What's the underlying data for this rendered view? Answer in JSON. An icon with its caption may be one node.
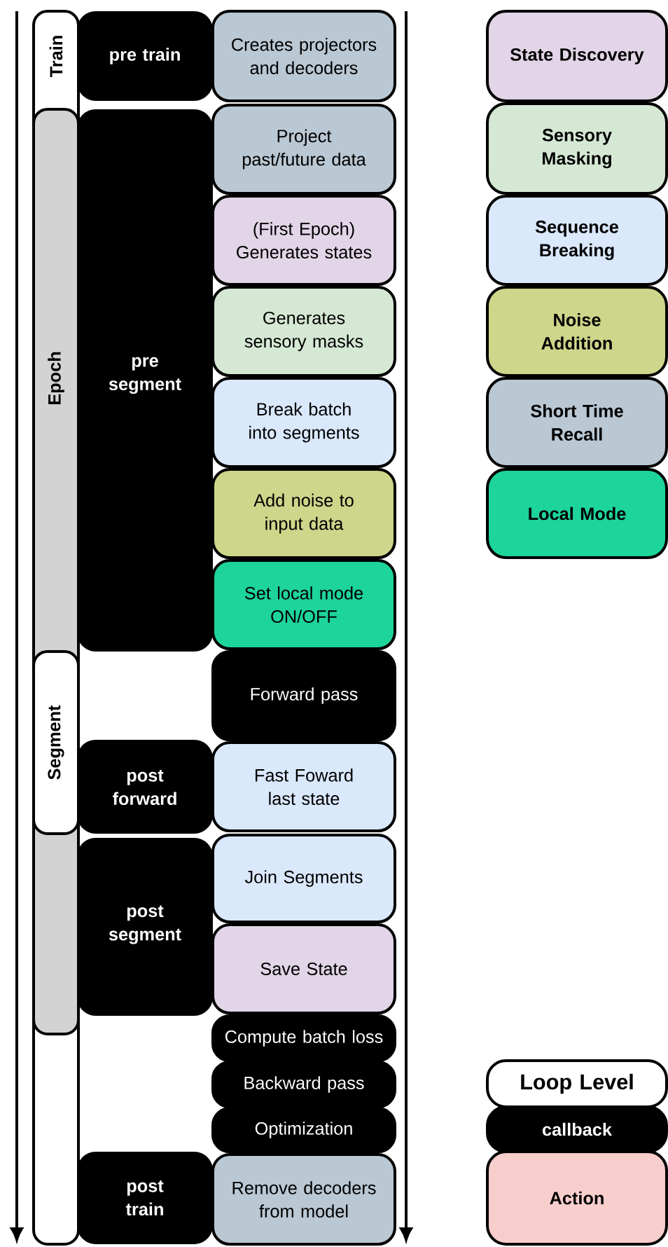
{
  "diagram": {
    "nodes": [
      {
        "text": [
          "Train"
        ]
      },
      {
        "text": [
          "Epoch"
        ],
        "in": 0
      },
      {
        "text": [
          "Segment"
        ],
        "in": 1
      },
      {
        "text": [
          "pre train"
        ]
      },
      {
        "text": [
          "pre segment"
        ]
      },
      {
        "text": [
          "post forward"
        ]
      },
      {
        "text": [
          "post segment"
        ]
      },
      {
        "text": [
          "post train"
        ]
      },
      {
        "text": [
          "Creates projectors and decoders"
        ]
      },
      {
        "text": [
          "Project past/future data"
        ]
      },
      {
        "text": [
          "(First Epoch) Generates states"
        ]
      },
      {
        "text": [
          "Generates sensory masks"
        ]
      },
      {
        "text": [
          "Break batch into segments"
        ]
      },
      {
        "text": [
          "Add noise to input data"
        ]
      },
      {
        "text": [
          "Set local mode ON/OFF"
        ]
      },
      {
        "text": [
          "Forward pass"
        ]
      },
      {
        "text": [
          "Fast Foward last state"
        ]
      },
      {
        "text": [
          "Join Segments"
        ]
      },
      {
        "text": [
          "Save State"
        ]
      },
      {
        "text": [
          "Compute batch loss"
        ]
      },
      {
        "text": [
          "Backward pass"
        ]
      },
      {
        "text": [
          "Optimization"
        ]
      },
      {
        "text": [
          "Remove decoders from model"
        ]
      }
    ],
    "legend": [
      {
        "text": "State Discovery",
        "color": "#e1d5e7"
      },
      {
        "text": "Sensory Masking",
        "color": "#d5e8d4"
      },
      {
        "text": "Sequence Breaking",
        "color": "#dae8fc"
      },
      {
        "text": "Noise Addition",
        "color": "#cdd68a"
      },
      {
        "text": "Short Time Recall",
        "color": "#bac8d3"
      },
      {
        "text": "Local Mode",
        "color": "#1dd49a"
      },
      {
        "text": "Loop Level"
      },
      {
        "text": "callback",
        "color": "#000000"
      },
      {
        "text": "Action",
        "color": "#f8cecc"
      }
    ]
  }
}
